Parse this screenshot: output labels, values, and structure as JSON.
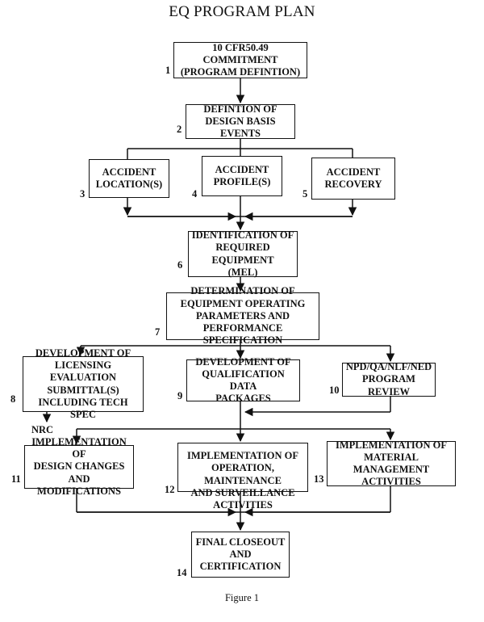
{
  "title": "EQ PROGRAM PLAN",
  "caption": "Figure 1",
  "nodes": [
    {
      "n": "1",
      "text": "10 CFR50.49 COMMITMENT\n(PROGRAM DEFINTION)"
    },
    {
      "n": "2",
      "text": "DEFINTION OF\nDESIGN BASIS EVENTS"
    },
    {
      "n": "3",
      "text": "ACCIDENT\nLOCATION(S)"
    },
    {
      "n": "4",
      "text": "ACCIDENT\nPROFILE(S)"
    },
    {
      "n": "5",
      "text": "ACCIDENT\nRECOVERY"
    },
    {
      "n": "6",
      "text": "IDENTIFICATION OF\nREQUIRED EQUIPMENT\n(MEL)"
    },
    {
      "n": "7",
      "text": "DETERMINATION OF\nEQUIPMENT OPERATING\nPARAMETERS AND\nPERFORMANCE SPECIFICATION"
    },
    {
      "n": "8",
      "text": "DEVELOPMENT OF\nLICENSING EVALUATION\nSUBMITTAL(S)\nINCLUDING TECH SPEC"
    },
    {
      "n": "9",
      "text": "DEVELOPMENT OF\nQUALIFICATION  DATA\nPACKAGES"
    },
    {
      "n": "10",
      "text": "NPD/QA/NLF/NED\nPROGRAM REVIEW"
    },
    {
      "n": "11",
      "text": "IMPLEMENTATION OF\nDESIGN CHANGES AND\nMODIFICATIONS"
    },
    {
      "n": "12",
      "text": "IMPLEMENTATION OF\nOPERATION, MAINTENANCE\nAND SURVEILLANCE\nACTIVITIES"
    },
    {
      "n": "13",
      "text": "IMPLEMENTATION OF\nMATERIAL MANAGEMENT\nACTIVITIES"
    },
    {
      "n": "14",
      "text": "FINAL CLOSEOUT\nAND\nCERTIFICATION"
    }
  ],
  "nrc_label": "NRC"
}
